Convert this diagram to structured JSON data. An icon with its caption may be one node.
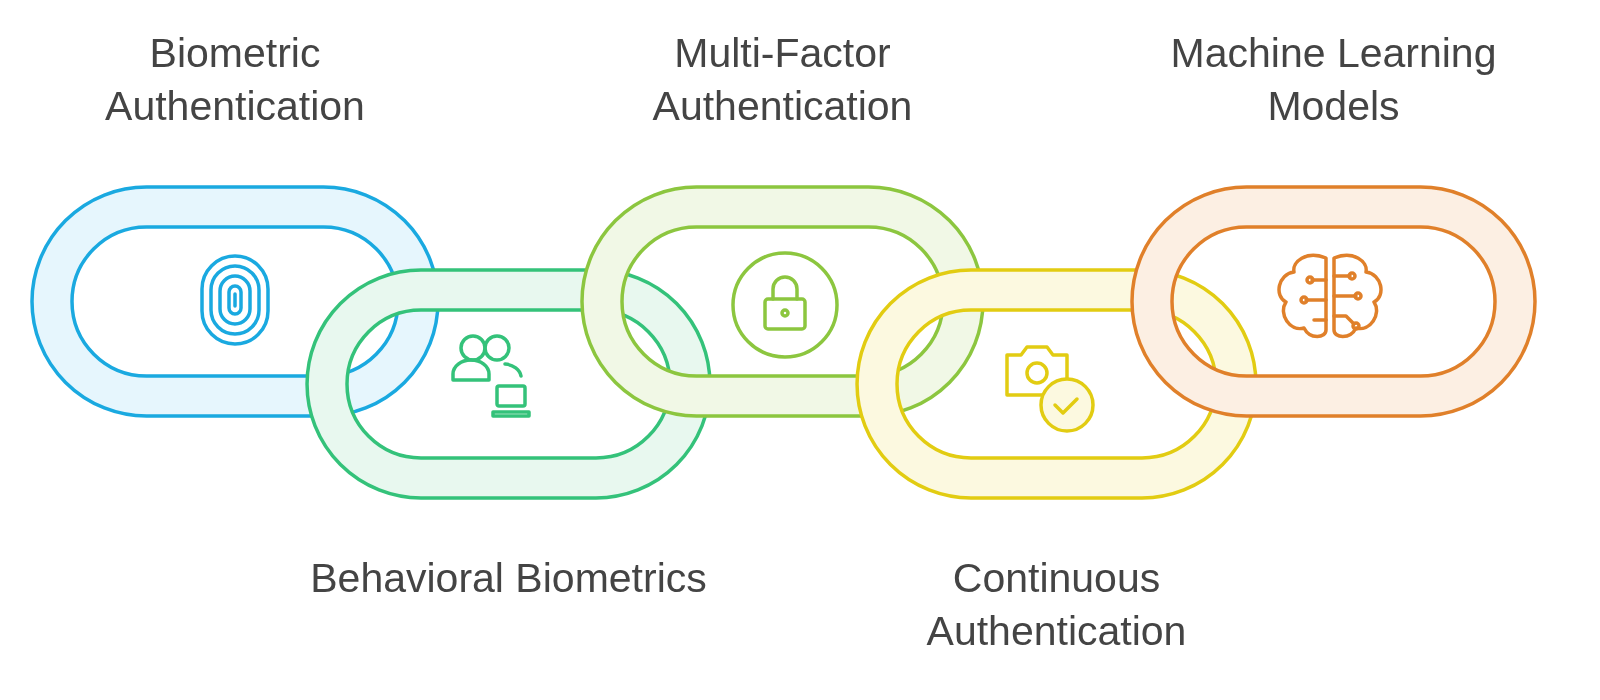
{
  "diagram": {
    "nodes": [
      {
        "text": [
          "Biometric Authentication"
        ]
      },
      {
        "text": [
          "Behavioral Biometrics"
        ]
      },
      {
        "text": [
          "Multi-Factor Authentication"
        ]
      },
      {
        "text": [
          "Continuous Authentication"
        ]
      },
      {
        "text": [
          "Machine Learning Models"
        ]
      }
    ]
  }
}
